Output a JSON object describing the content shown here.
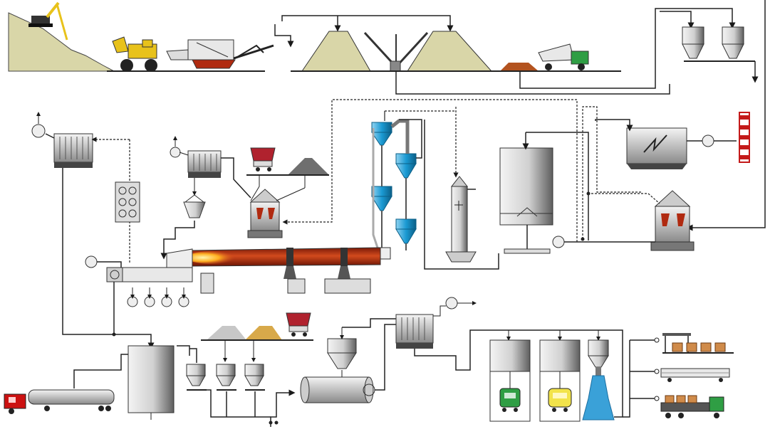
{
  "diagram": {
    "kind": "cement-plant-process-flow",
    "labels": [],
    "colors": {
      "line": "#1a1a1a",
      "hill": "#d9d6a8",
      "kiln": "#b02a10",
      "flame": "#ffcc33",
      "cyclone": "#1f9fd6",
      "steel_light": "#e8e8e8",
      "steel_dark": "#707070",
      "truck_red": "#cc1111",
      "truck_green": "#2f9e44",
      "clinker": "#9a3b17",
      "gypsum": "#d8a94a",
      "slag": "#c7c7c7",
      "coal": "#6f6f6f",
      "chimney_red": "#c41a1a",
      "loader_yellow": "#e8c21b"
    },
    "sections": [
      {
        "id": "quarry",
        "icons": [
          "excavator-icon",
          "wheel-loader-icon",
          "crusher-icon",
          "belt-conveyor-icon"
        ]
      },
      {
        "id": "raw-storage",
        "icons": [
          "stockpile-icon",
          "reclaimer-icon",
          "dump-truck-icon"
        ]
      },
      {
        "id": "raw-mill",
        "icons": [
          "vertical-mill-icon",
          "raw-silos-icon",
          "electrostatic-filter-icon",
          "stack-icon"
        ]
      },
      {
        "id": "pyro",
        "icons": [
          "cyclone-preheater-icon",
          "rotary-kiln-icon",
          "clinker-cooler-icon",
          "conditioning-tower-icon",
          "homogenizing-silo-icon"
        ]
      },
      {
        "id": "coal",
        "icons": [
          "coal-pile-icon",
          "coal-mill-icon",
          "bag-filter-icon"
        ]
      },
      {
        "id": "finish",
        "icons": [
          "clinker-silo-icon",
          "additive-bins-icon",
          "ball-mill-icon",
          "separator-icon"
        ]
      },
      {
        "id": "dispatch",
        "icons": [
          "cement-silo-icon",
          "bulk-truck-icon",
          "packer-icon",
          "pallet-icon",
          "tanker-truck-icon"
        ]
      }
    ]
  }
}
